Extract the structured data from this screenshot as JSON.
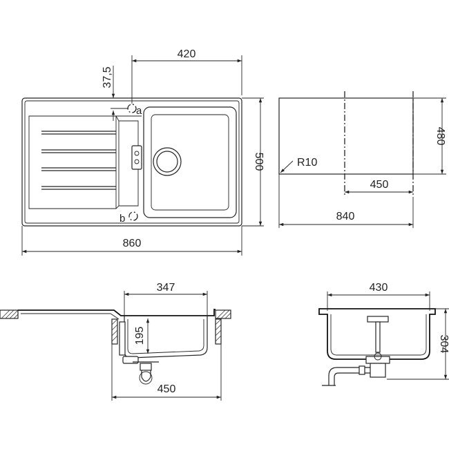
{
  "top_view": {
    "dim_width_basin": "420",
    "dim_offset": "37,5",
    "dim_depth": "500",
    "dim_total_width": "860",
    "label_a": "a",
    "label_b": "b"
  },
  "side_view_right": {
    "dim_height": "480",
    "dim_radius": "R10",
    "dim_inner": "450",
    "dim_total": "840"
  },
  "section_left": {
    "dim_basin_width": "347",
    "dim_basin_depth": "195",
    "dim_cabinet": "450"
  },
  "section_right": {
    "dim_width": "430",
    "dim_height": "304"
  }
}
